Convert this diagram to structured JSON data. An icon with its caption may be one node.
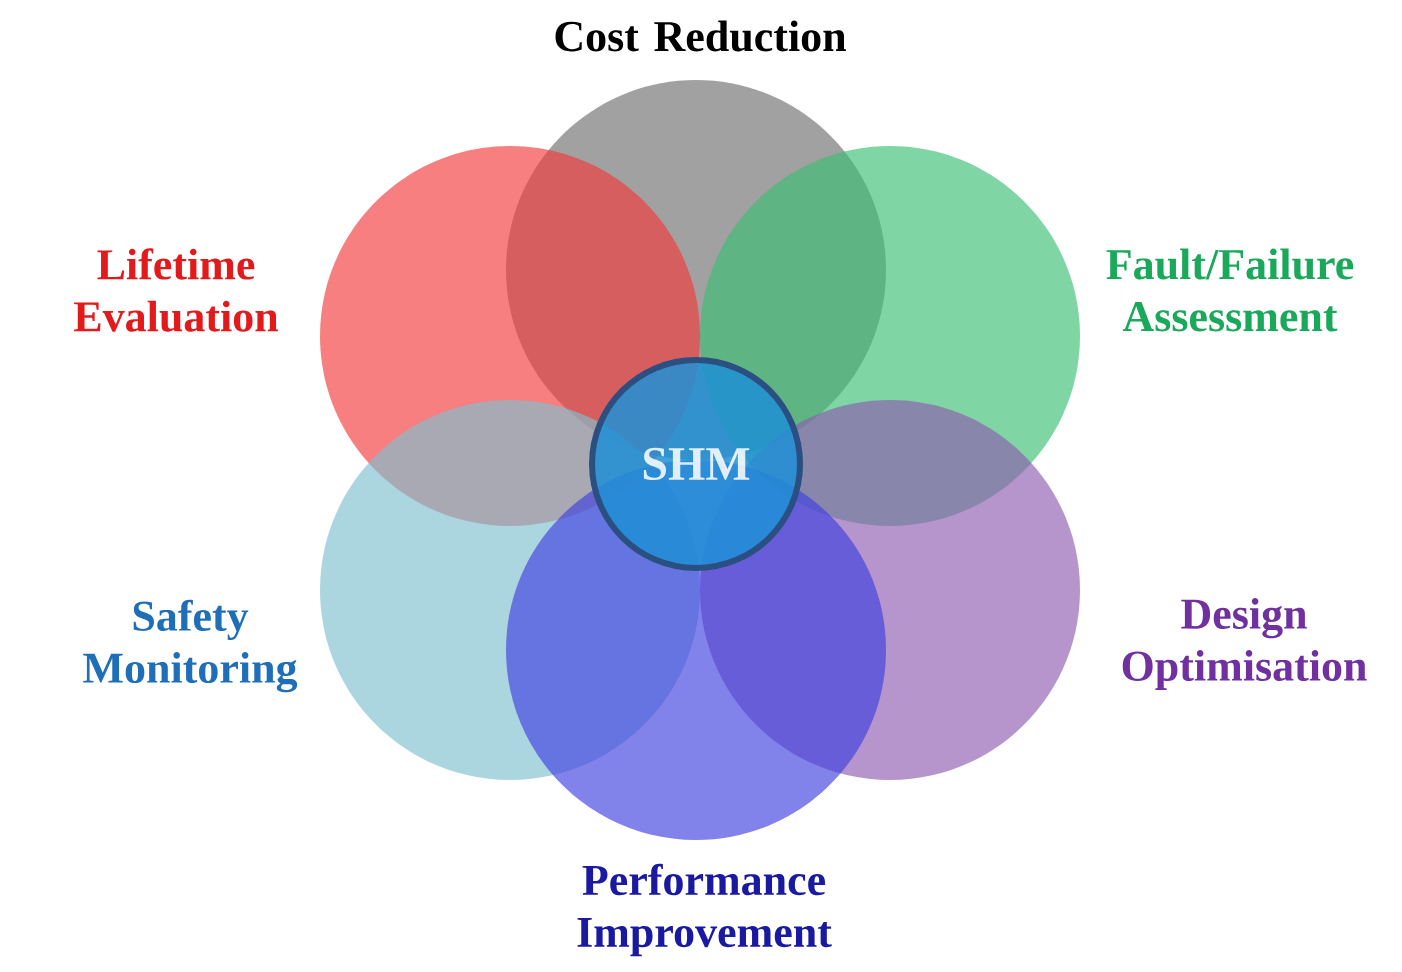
{
  "diagram": {
    "nodes": [
      {
        "text": [
          "SHM"
        ]
      },
      {
        "text": [
          "Cost Reduction"
        ]
      },
      {
        "text": [
          "Fault/Failure Assessment"
        ]
      },
      {
        "text": [
          "Design Optimisation"
        ]
      },
      {
        "text": [
          "Performance Improvement"
        ]
      },
      {
        "text": [
          "Safety Monitoring"
        ]
      },
      {
        "text": [
          "Lifetime Evaluation"
        ]
      }
    ]
  }
}
